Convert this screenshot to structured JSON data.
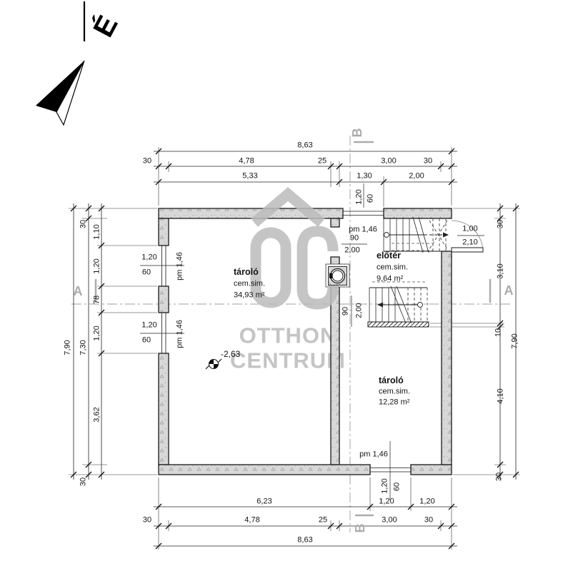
{
  "compass": {
    "north_label": "É"
  },
  "watermark": {
    "line1": "OTTHON",
    "line2": "CENTRUM"
  },
  "sections": {
    "a_label": "A",
    "b_label": "B"
  },
  "levels": {
    "floor_level": "-2,63"
  },
  "rooms": {
    "storage_main": {
      "name": "tároló",
      "finish": "cem.sim.",
      "area": "34,93 m²"
    },
    "foyer": {
      "name": "előtér",
      "finish": "cem.sim.",
      "area": "9,64 m²"
    },
    "storage_small": {
      "name": "tároló",
      "finish": "cem.sim.",
      "area": "12,28 m²"
    }
  },
  "openings": {
    "window_left_1": {
      "width": "1,20",
      "height": "60",
      "parapet": "pm 1,46"
    },
    "window_left_2": {
      "width": "1,20",
      "height": "60",
      "parapet": "pm 1,46"
    },
    "window_top": {
      "width": "1,20",
      "height": "60",
      "parapet": "pm 1,46"
    },
    "window_bottom": {
      "width": "1,20",
      "height": "60",
      "parapet": "pm 1,46"
    },
    "door_entry": {
      "width": "1,00",
      "height": "2,10"
    },
    "door_interior_top": {
      "width": "90",
      "height": "2,00"
    },
    "door_interior_lower": {
      "width": "90",
      "height": "2,00"
    }
  },
  "dims_top": {
    "total": "8,63",
    "row2": [
      "30",
      "4,78",
      "25",
      "3,00",
      "30"
    ],
    "row3": [
      "5,33",
      "1,30",
      "2,00"
    ]
  },
  "dims_bottom": {
    "row1": [
      "6,23",
      "1,20",
      "1,20"
    ],
    "row2": [
      "30",
      "4,78",
      "25",
      "3,00",
      "30"
    ],
    "total": "8,63"
  },
  "dims_left": {
    "total": "7,90",
    "chain": [
      "30",
      "7,30",
      "30"
    ],
    "detail": [
      "1,10",
      "1,20",
      "78",
      "1,20",
      "3,62"
    ]
  },
  "dims_right": {
    "chain": [
      "30",
      "3,10",
      "10",
      "4,10",
      "30"
    ],
    "total": "7,90"
  },
  "colors": {
    "wall_fill": "#d8d8d8",
    "line": "#1a1a1a",
    "watermark": "#bcbcbc",
    "section": "#ababab"
  }
}
